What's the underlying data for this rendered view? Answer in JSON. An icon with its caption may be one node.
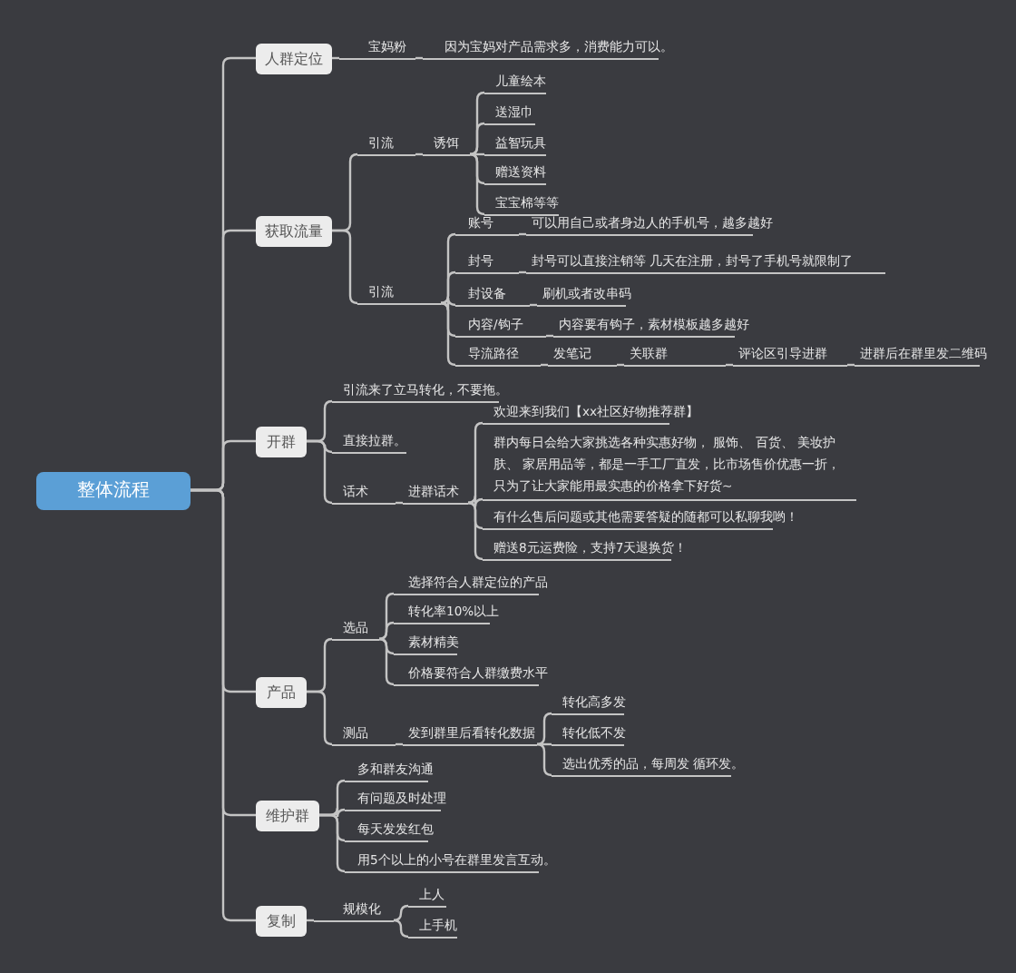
{
  "diagram": {
    "nodes": [
      {
        "text": [
          "整体流程"
        ]
      },
      {
        "text": [
          "人群定位"
        ]
      },
      {
        "text": [
          "宝妈粉"
        ]
      },
      {
        "text": [
          "因为宝妈对产品需求多，消费能力可以。"
        ]
      },
      {
        "text": [
          "获取流量"
        ]
      },
      {
        "text": [
          "引流"
        ]
      },
      {
        "text": [
          "诱饵"
        ]
      },
      {
        "text": [
          "儿童绘本"
        ]
      },
      {
        "text": [
          "送湿巾"
        ]
      },
      {
        "text": [
          "益智玩具"
        ]
      },
      {
        "text": [
          "赠送资料"
        ]
      },
      {
        "text": [
          "宝宝棉等等"
        ]
      },
      {
        "text": [
          "引流"
        ]
      },
      {
        "text": [
          "账号"
        ]
      },
      {
        "text": [
          "可以用自己或者身边人的手机号，越多越好"
        ]
      },
      {
        "text": [
          "封号"
        ]
      },
      {
        "text": [
          "封号可以直接注销等 几天在注册，封号了手机号就限制了"
        ]
      },
      {
        "text": [
          "封设备"
        ]
      },
      {
        "text": [
          "刷机或者改串码"
        ]
      },
      {
        "text": [
          "内容/钩子"
        ]
      },
      {
        "text": [
          "内容要有钩子，素材模板越多越好"
        ]
      },
      {
        "text": [
          "导流路径"
        ]
      },
      {
        "text": [
          "发笔记"
        ]
      },
      {
        "text": [
          "关联群"
        ]
      },
      {
        "text": [
          "评论区引导进群"
        ]
      },
      {
        "text": [
          "进群后在群里发二维码"
        ]
      },
      {
        "text": [
          "开群"
        ]
      },
      {
        "text": [
          "引流来了立马转化，不要拖。"
        ]
      },
      {
        "text": [
          "直接拉群。"
        ]
      },
      {
        "text": [
          "话术"
        ]
      },
      {
        "text": [
          "进群话术"
        ]
      },
      {
        "text": [
          "欢迎来到我们【xx社区好物推荐群】"
        ]
      },
      {
        "text": [
          "群内每日会给大家挑选各种实惠好物， 服饰、 百货、 美妆护肤、 家居用品等，都是一手工厂直发，比市场售价优惠一折，只为了让大家能用最实惠的价格拿下好货~"
        ]
      },
      {
        "text": [
          "有什么售后问题或其他需要答疑的随都可以私聊我哟！"
        ]
      },
      {
        "text": [
          "赠送8元运费险，支持7天退换货！"
        ]
      },
      {
        "text": [
          "产品"
        ]
      },
      {
        "text": [
          "选品"
        ]
      },
      {
        "text": [
          "选择符合人群定位的产品"
        ]
      },
      {
        "text": [
          "转化率10%以上"
        ]
      },
      {
        "text": [
          "素材精美"
        ]
      },
      {
        "text": [
          "价格要符合人群缴费水平"
        ]
      },
      {
        "text": [
          "测品"
        ]
      },
      {
        "text": [
          "发到群里后看转化数据"
        ]
      },
      {
        "text": [
          "转化高多发"
        ]
      },
      {
        "text": [
          "转化低不发"
        ]
      },
      {
        "text": [
          "选出优秀的品，每周发 循环发。"
        ]
      },
      {
        "text": [
          "维护群"
        ]
      },
      {
        "text": [
          "多和群友沟通"
        ]
      },
      {
        "text": [
          "有问题及时处理"
        ]
      },
      {
        "text": [
          "每天发发红包"
        ]
      },
      {
        "text": [
          "用5个以上的小号在群里发言互动。"
        ]
      },
      {
        "text": [
          "复制"
        ]
      },
      {
        "text": [
          "规模化"
        ]
      },
      {
        "text": [
          "上人"
        ]
      },
      {
        "text": [
          "上手机"
        ]
      }
    ],
    "edges": [
      {
        "from": 0,
        "to": 1,
        "arrow": "none"
      },
      {
        "from": 0,
        "to": 4,
        "arrow": "none"
      },
      {
        "from": 0,
        "to": 26,
        "arrow": "none"
      },
      {
        "from": 0,
        "to": 35,
        "arrow": "none"
      },
      {
        "from": 0,
        "to": 46,
        "arrow": "none"
      },
      {
        "from": 0,
        "to": 51,
        "arrow": "none"
      },
      {
        "from": 1,
        "to": 2,
        "arrow": "none"
      },
      {
        "from": 2,
        "to": 3,
        "arrow": "none"
      },
      {
        "from": 4,
        "to": 5,
        "arrow": "none"
      },
      {
        "from": 4,
        "to": 12,
        "arrow": "none"
      },
      {
        "from": 5,
        "to": 6,
        "arrow": "none"
      },
      {
        "from": 6,
        "to": 7,
        "arrow": "none"
      },
      {
        "from": 6,
        "to": 8,
        "arrow": "none"
      },
      {
        "from": 6,
        "to": 9,
        "arrow": "none"
      },
      {
        "from": 6,
        "to": 10,
        "arrow": "none"
      },
      {
        "from": 6,
        "to": 11,
        "arrow": "none"
      },
      {
        "from": 12,
        "to": 13,
        "arrow": "none"
      },
      {
        "from": 12,
        "to": 15,
        "arrow": "none"
      },
      {
        "from": 12,
        "to": 17,
        "arrow": "none"
      },
      {
        "from": 12,
        "to": 19,
        "arrow": "none"
      },
      {
        "from": 12,
        "to": 21,
        "arrow": "none"
      },
      {
        "from": 13,
        "to": 14,
        "arrow": "none"
      },
      {
        "from": 15,
        "to": 16,
        "arrow": "none"
      },
      {
        "from": 17,
        "to": 18,
        "arrow": "none"
      },
      {
        "from": 19,
        "to": 20,
        "arrow": "none"
      },
      {
        "from": 21,
        "to": 22,
        "arrow": "none"
      },
      {
        "from": 22,
        "to": 23,
        "arrow": "none"
      },
      {
        "from": 23,
        "to": 24,
        "arrow": "none"
      },
      {
        "from": 24,
        "to": 25,
        "arrow": "none"
      },
      {
        "from": 26,
        "to": 27,
        "arrow": "none"
      },
      {
        "from": 26,
        "to": 28,
        "arrow": "none"
      },
      {
        "from": 26,
        "to": 29,
        "arrow": "none"
      },
      {
        "from": 29,
        "to": 30,
        "arrow": "none"
      },
      {
        "from": 30,
        "to": 31,
        "arrow": "none"
      },
      {
        "from": 30,
        "to": 32,
        "arrow": "none"
      },
      {
        "from": 30,
        "to": 33,
        "arrow": "none"
      },
      {
        "from": 30,
        "to": 34,
        "arrow": "none"
      },
      {
        "from": 35,
        "to": 36,
        "arrow": "none"
      },
      {
        "from": 35,
        "to": 41,
        "arrow": "none"
      },
      {
        "from": 36,
        "to": 37,
        "arrow": "none"
      },
      {
        "from": 36,
        "to": 38,
        "arrow": "none"
      },
      {
        "from": 36,
        "to": 39,
        "arrow": "none"
      },
      {
        "from": 36,
        "to": 40,
        "arrow": "none"
      },
      {
        "from": 41,
        "to": 42,
        "arrow": "none"
      },
      {
        "from": 42,
        "to": 43,
        "arrow": "none"
      },
      {
        "from": 42,
        "to": 44,
        "arrow": "none"
      },
      {
        "from": 42,
        "to": 45,
        "arrow": "none"
      },
      {
        "from": 46,
        "to": 47,
        "arrow": "none"
      },
      {
        "from": 46,
        "to": 48,
        "arrow": "none"
      },
      {
        "from": 46,
        "to": 49,
        "arrow": "none"
      },
      {
        "from": 46,
        "to": 50,
        "arrow": "none"
      },
      {
        "from": 51,
        "to": 52,
        "arrow": "none"
      },
      {
        "from": 52,
        "to": 53,
        "arrow": "none"
      },
      {
        "from": 52,
        "to": 54,
        "arrow": "none"
      }
    ]
  }
}
